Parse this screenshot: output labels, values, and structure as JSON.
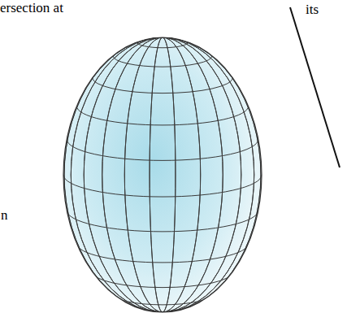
{
  "diagram": {
    "labels": [
      "ersection at",
      "its",
      "n"
    ]
  }
}
